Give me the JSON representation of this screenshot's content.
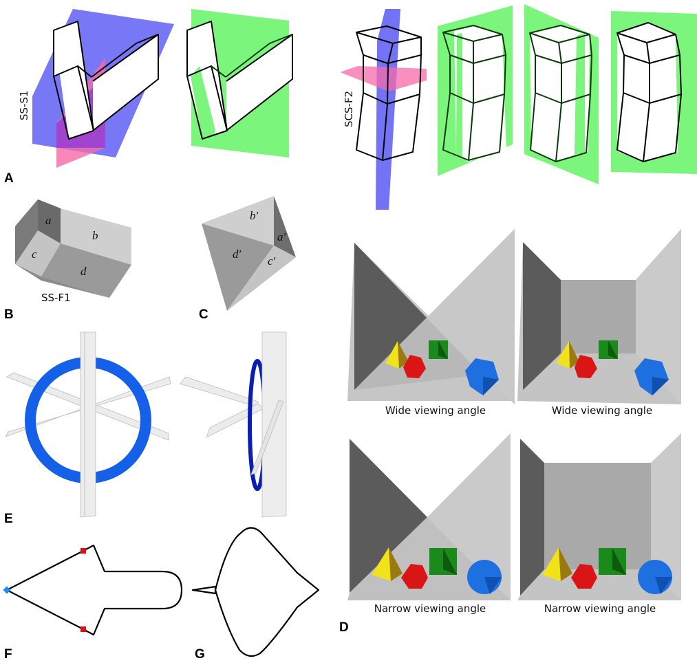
{
  "figure": {
    "panel_labels": [
      "A",
      "B",
      "C",
      "D",
      "E",
      "F",
      "G"
    ],
    "panel_a": {
      "tag": "SS-S1",
      "colors": {
        "plane_blue": "#5a5af5",
        "plane_pink": "#f56aa8",
        "plane_green": "#7cf57c"
      }
    },
    "panel_a_right": {
      "tag": "SCS-F2",
      "views": 4
    },
    "panel_b": {
      "tag": "SS-F1",
      "faces": [
        "a",
        "b",
        "c",
        "d"
      ]
    },
    "panel_c": {
      "faces": [
        "b′",
        "a′",
        "d′",
        "c′"
      ]
    },
    "panel_d": {
      "captions": [
        "Wide viewing angle",
        "Wide viewing angle",
        "Narrow viewing angle",
        "Narrow viewing angle"
      ],
      "object_colors": {
        "pyramid": "#f2e21a",
        "dodecahedron": "#d91515",
        "octahedron": "#1a8a1a",
        "icosahedron": "#1e6fe0"
      }
    },
    "panel_e": {
      "ring_color_front": "#1560e8",
      "ring_color_side": "#0a1fb0"
    },
    "panel_f": {
      "marker_colors": {
        "tip": "#1e8cf0",
        "shoulders": "#e01010"
      }
    }
  }
}
